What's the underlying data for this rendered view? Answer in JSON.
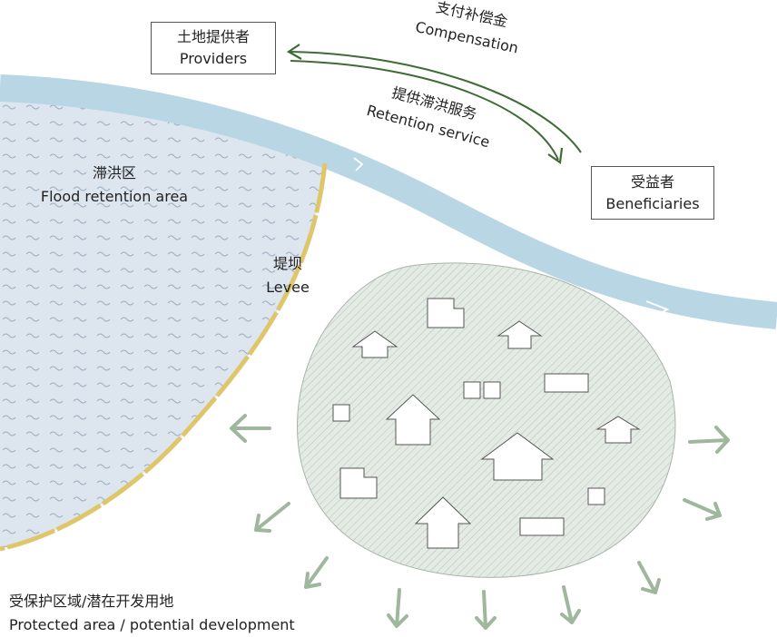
{
  "colors": {
    "river": "#b9d6e4",
    "flood_area": "#dde6ef",
    "flood_wave": "#9eafc0",
    "levee": "#e0c66a",
    "protected_fill": "#e4ebe4",
    "protected_hatch": "#b9c7b9",
    "protected_border": "#a7b3a7",
    "arrow_green": "#9fb79c",
    "flow_arrow": "#3f6b35",
    "house_stroke": "#555555"
  },
  "icons": {
    "river_flow": "chevron-right-icon",
    "expansion": "arrow-icon",
    "building": "house-icon"
  },
  "providers": {
    "zh": "土地提供者",
    "en": "Providers"
  },
  "beneficiaries": {
    "zh": "受益者",
    "en": "Beneficiaries"
  },
  "compensation": {
    "zh": "支付补偿金",
    "en": "Compensation"
  },
  "retention_service": {
    "zh": "提供滞洪服务",
    "en": "Retention service"
  },
  "flood_area": {
    "zh": "滞洪区",
    "en": "Flood retention area"
  },
  "levee": {
    "zh": "堤坝",
    "en": "Levee"
  },
  "protected_area": {
    "zh": "受保护区域/潜在开发用地",
    "en": "Protected area / potential development"
  }
}
